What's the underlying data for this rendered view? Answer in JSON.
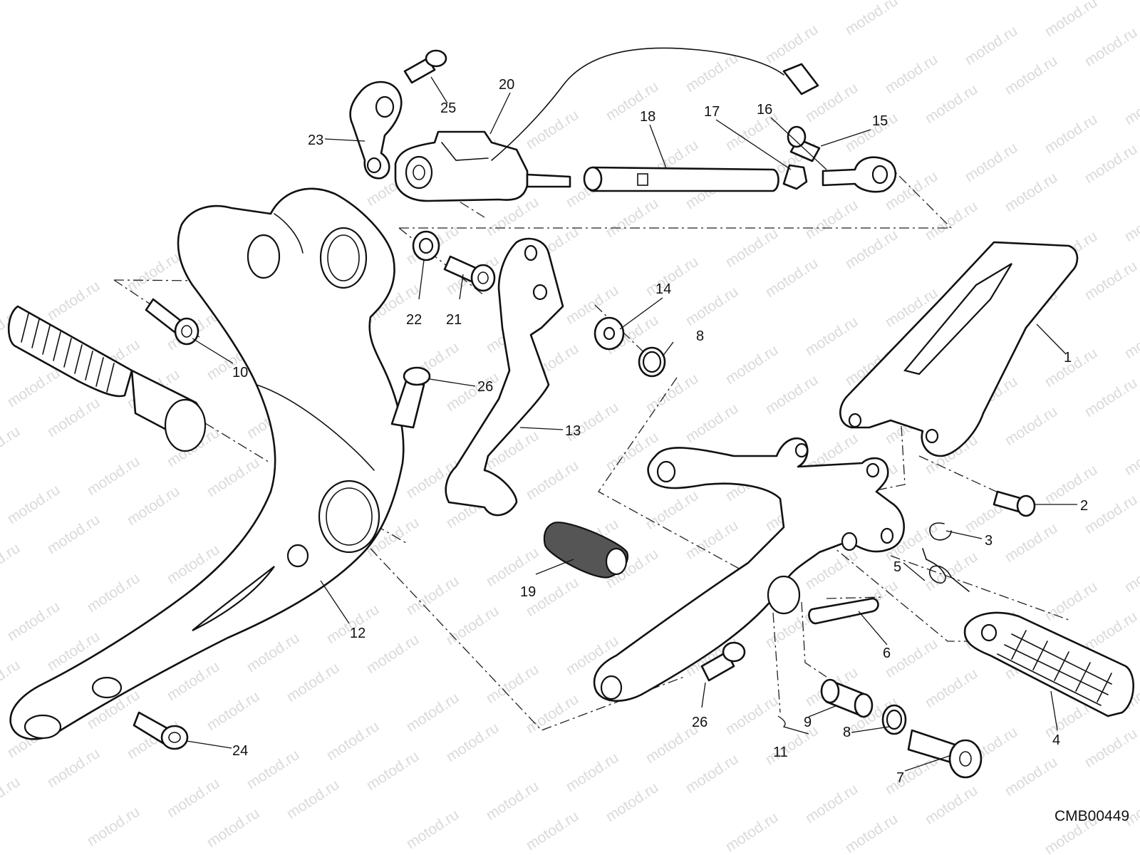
{
  "watermark": "motod.ru",
  "drawing_code": "CMB00449",
  "callouts": [
    {
      "id": "c1",
      "label": "1"
    },
    {
      "id": "c2",
      "label": "2"
    },
    {
      "id": "c3",
      "label": "3"
    },
    {
      "id": "c4",
      "label": "4"
    },
    {
      "id": "c5",
      "label": "5"
    },
    {
      "id": "c6",
      "label": "6"
    },
    {
      "id": "c7",
      "label": "7"
    },
    {
      "id": "c8a",
      "label": "8"
    },
    {
      "id": "c8b",
      "label": "8"
    },
    {
      "id": "c9",
      "label": "9"
    },
    {
      "id": "c10",
      "label": "10"
    },
    {
      "id": "c11",
      "label": "11"
    },
    {
      "id": "c12",
      "label": "12"
    },
    {
      "id": "c13",
      "label": "13"
    },
    {
      "id": "c14",
      "label": "14"
    },
    {
      "id": "c15",
      "label": "15"
    },
    {
      "id": "c16",
      "label": "16"
    },
    {
      "id": "c17",
      "label": "17"
    },
    {
      "id": "c18",
      "label": "18"
    },
    {
      "id": "c19",
      "label": "19"
    },
    {
      "id": "c20",
      "label": "20"
    },
    {
      "id": "c21",
      "label": "21"
    },
    {
      "id": "c22",
      "label": "22"
    },
    {
      "id": "c23",
      "label": "23"
    },
    {
      "id": "c24",
      "label": "24"
    },
    {
      "id": "c25",
      "label": "25"
    },
    {
      "id": "c26a",
      "label": "26"
    },
    {
      "id": "c26b",
      "label": "26"
    }
  ]
}
